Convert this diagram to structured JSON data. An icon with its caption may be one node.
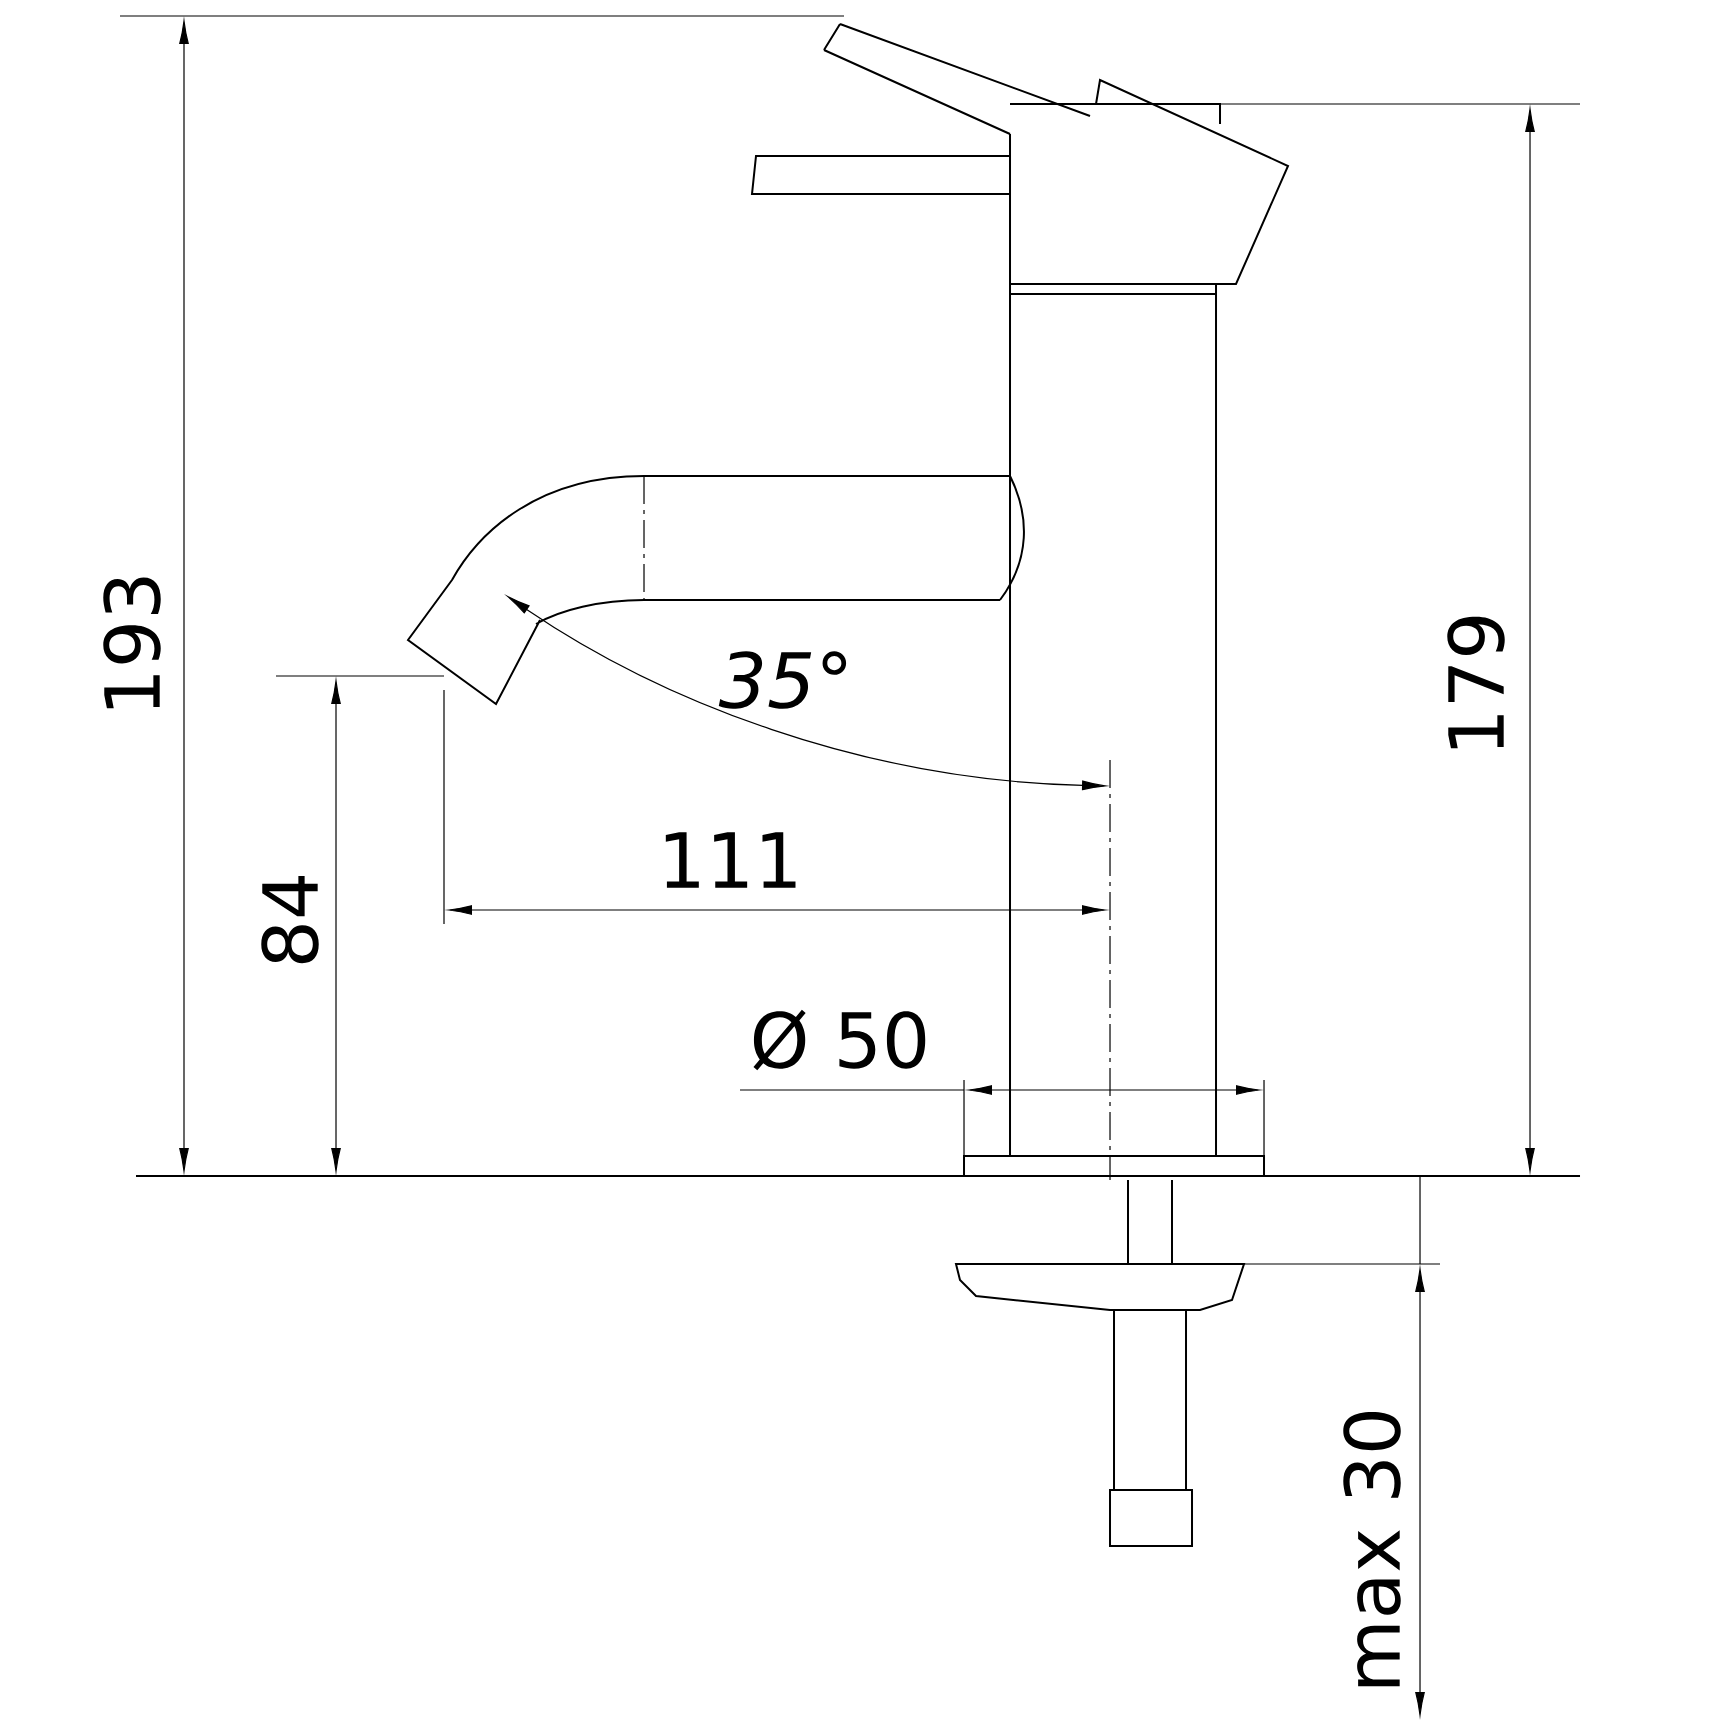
{
  "diagram": {
    "labels": [
      "193",
      "179",
      "35°",
      "111",
      "84",
      "Ø 50",
      "max 30"
    ]
  }
}
